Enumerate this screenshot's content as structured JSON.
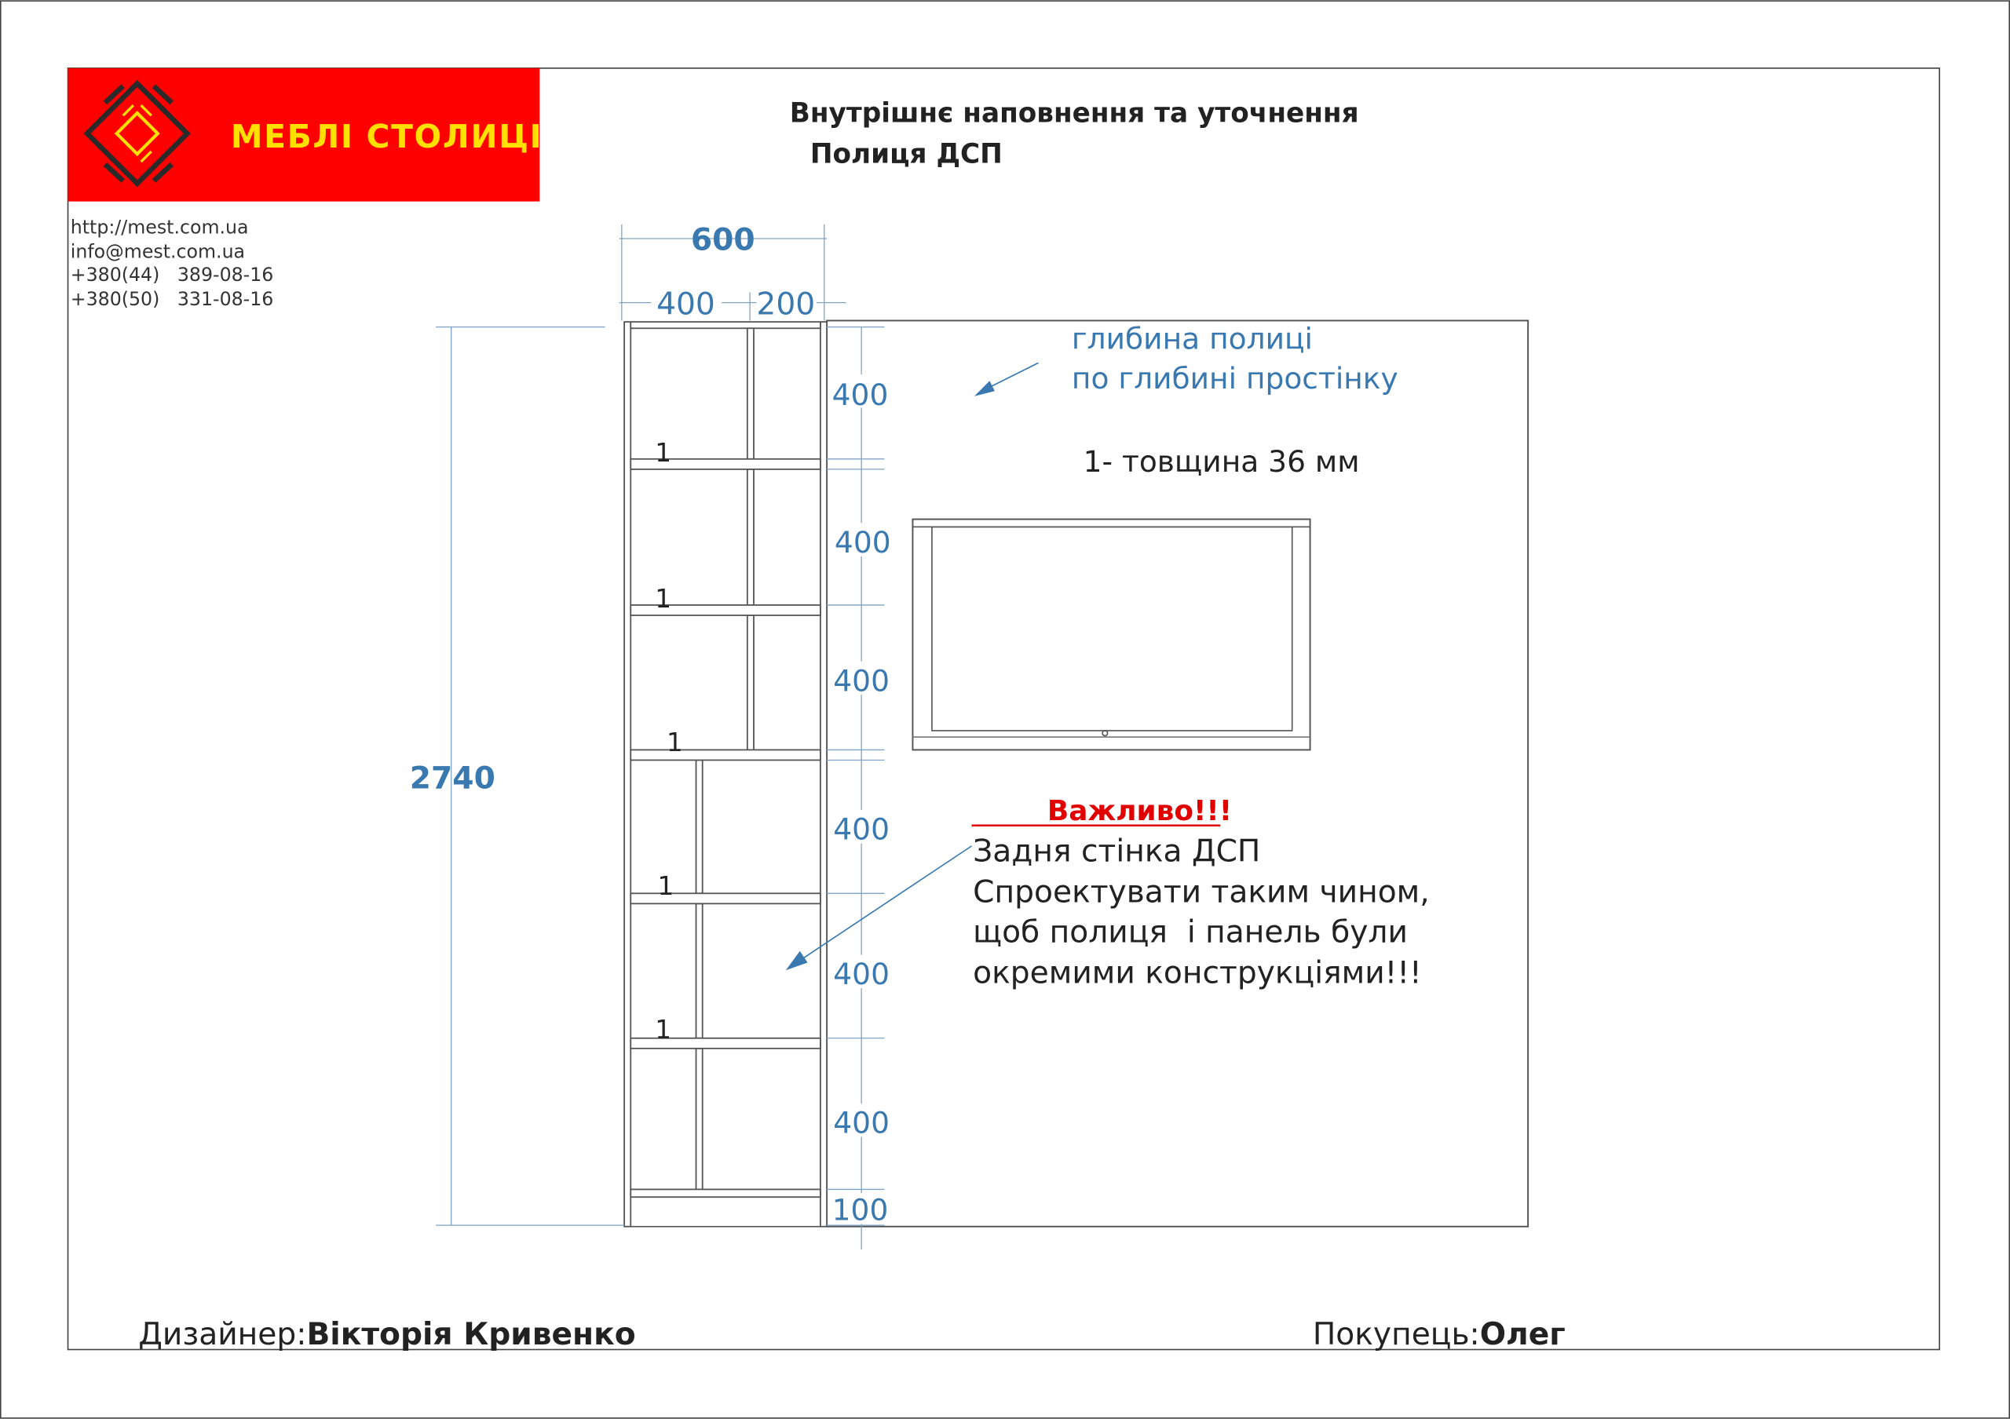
{
  "colors": {
    "brand_red": "#ff0000",
    "brand_yellow": "#ffe000",
    "dim_blue": "#3a78b0",
    "warning_red": "#e00000"
  },
  "logo": {
    "text": "МЕБЛІ СТОЛИЦІ"
  },
  "contacts": [
    "http://mest.com.ua",
    "info@mest.com.ua",
    "+380(44)   389-08-16",
    "+380(50)   331-08-16"
  ],
  "title": {
    "line1": "Внутрішнє наповнення та уточнення",
    "line2": "Полиця ДСП"
  },
  "dimensions": {
    "total_width": "600",
    "width_left": "400",
    "width_right": "200",
    "total_height": "2740",
    "sections": [
      "400",
      "400",
      "400",
      "400",
      "400",
      "400"
    ],
    "plinth": "100"
  },
  "shelf_labels": [
    "1",
    "1",
    "1",
    "1",
    "1"
  ],
  "notes": {
    "depth_line1": "глибина полиці",
    "depth_line2": "по глибині простінку",
    "thickness": "1- товщина 36 мм",
    "important_title": "Важливо!!!",
    "important_lines": [
      "Задня стінка ДСП",
      "Спроектувати таким чином,",
      "щоб полиця  і панель були",
      "окремими конструкціями!!!"
    ]
  },
  "footer": {
    "designer_label": "Дизайнер:",
    "designer_name": "Вікторія Кривенко",
    "customer_label": "Покупець:",
    "customer_name": "Олег"
  }
}
